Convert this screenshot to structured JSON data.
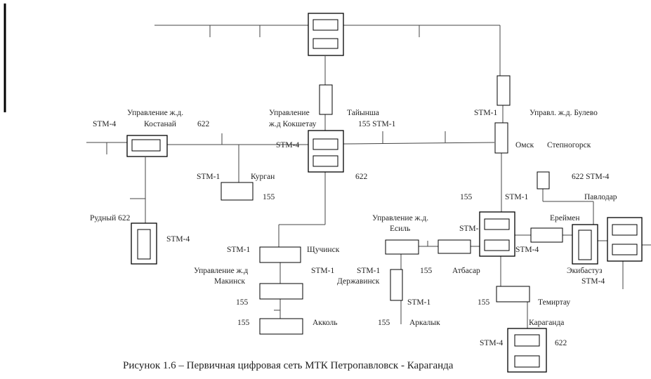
{
  "diagram": {
    "caption": "Рисунок 1.6 – Первичная цифровая сеть МТК Петропавловск - Караганда",
    "labels": {
      "upravlenie_zhd": "Управление ж.д.",
      "kostanay": "Костанай",
      "stm4_left": "STM-4",
      "n622_kostanay": "622",
      "upravlenie_kokshetau_1": "Управление",
      "upravlenie_kokshetau_2": "ж.д Кокшетау",
      "tainysha": "Тайынша",
      "n155_stm1_tainysha": "155 STM-1",
      "stm1_omsk": "STM-1",
      "upravl_bulevo": "Управл. ж.д. Булево",
      "stm4_kokshetau": "STM-4",
      "omsk": "Омск",
      "stepnogorsk": "Степногорск",
      "stm1_kurgan": "STM-1",
      "kurgan": "Курган",
      "n622_kokshetau": "622",
      "n622_stm4_pavlodar": "622 STM-4",
      "n155_kurgan": "155",
      "n155_stm1_right": "155",
      "stm1_right": "STM-1",
      "pavlodar": "Павлодар",
      "rudny_622": "Рудный 622",
      "upravlenie_esil_1": "Управление ж.д.",
      "upravlenie_esil_2": "Есиль",
      "ereimen": "Ереймен",
      "stm_center": "STM-",
      "stm4_rudny": "STM-4",
      "stm1_schuchinsk": "STM-1",
      "schuchinsk": "Щучинск",
      "stm4_center": "STM-4",
      "upravlenie_makinsk": "Управление ж.д",
      "stm1_makinsk": "STM-1",
      "stm1_derzhavinsk": "STM-1",
      "n155_atbasar": "155",
      "atbasar": "Атбасар",
      "ekibastuz": "Экибастуз",
      "makinsk": "Макинск",
      "derzhavinsk": "Державинск",
      "stm4_ekibastuz": "STM-4",
      "n155_makinsk": "155",
      "stm1_arkalyk": "STM-1",
      "n155_temirtau": "155",
      "temirtau": "Темиртау",
      "n155_akkol": "155",
      "akkol": "Акколь",
      "n155_arkalyk": "155",
      "arkalyk": "Аркалык",
      "karaganda": "Караганда",
      "stm4_karaganda": "STM-4",
      "n622_karaganda": "622"
    }
  }
}
